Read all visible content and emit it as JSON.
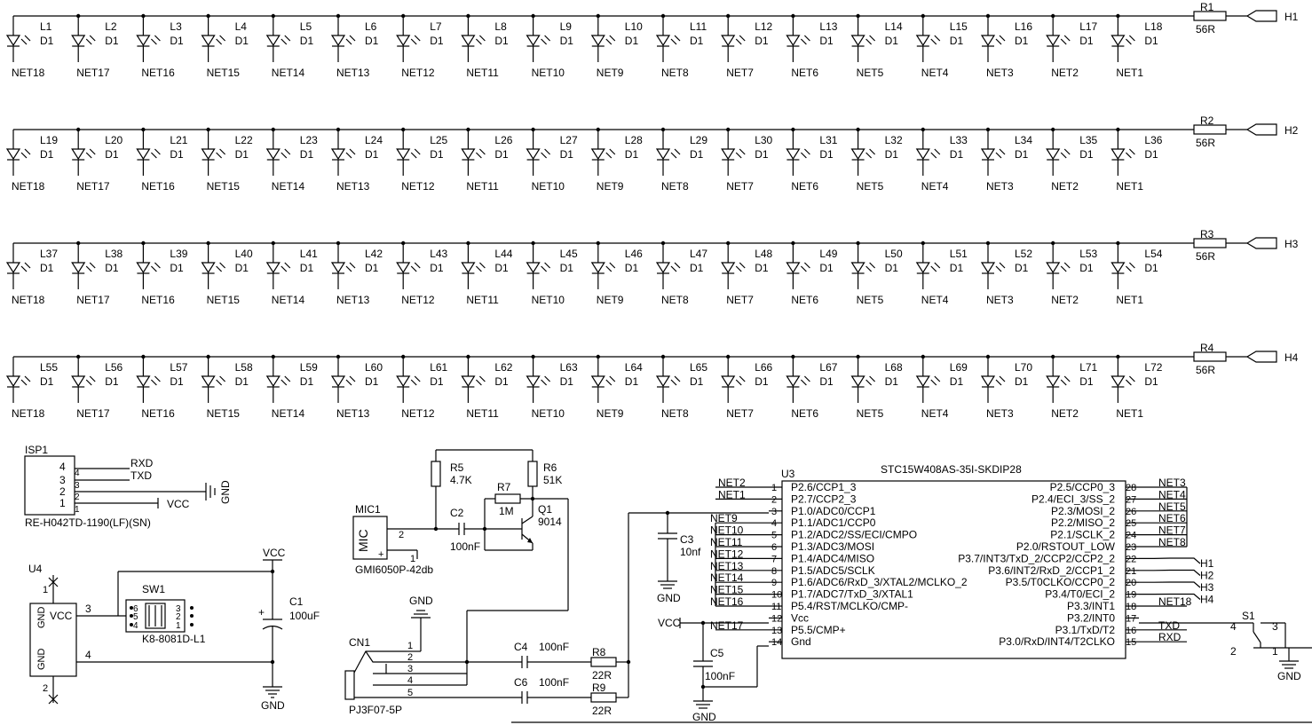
{
  "led_matrix": {
    "rows": [
      {
        "leds": [
          "L1",
          "L2",
          "L3",
          "L4",
          "L5",
          "L6",
          "L7",
          "L8",
          "L9",
          "L10",
          "L11",
          "L12",
          "L13",
          "L14",
          "L15",
          "L16",
          "L17",
          "L18"
        ],
        "resistor": "R1",
        "resistor_value": "56R",
        "port": "H1"
      },
      {
        "leds": [
          "L19",
          "L20",
          "L21",
          "L22",
          "L23",
          "L24",
          "L25",
          "L26",
          "L27",
          "L28",
          "L29",
          "L30",
          "L31",
          "L32",
          "L33",
          "L34",
          "L35",
          "L36"
        ],
        "resistor": "R2",
        "resistor_value": "56R",
        "port": "H2"
      },
      {
        "leds": [
          "L37",
          "L38",
          "L39",
          "L40",
          "L41",
          "L42",
          "L43",
          "L44",
          "L45",
          "L46",
          "L47",
          "L48",
          "L49",
          "L50",
          "L51",
          "L52",
          "L53",
          "L54"
        ],
        "resistor": "R3",
        "resistor_value": "56R",
        "port": "H3"
      },
      {
        "leds": [
          "L55",
          "L56",
          "L57",
          "L58",
          "L59",
          "L60",
          "L61",
          "L62",
          "L63",
          "L64",
          "L65",
          "L66",
          "L67",
          "L68",
          "L69",
          "L70",
          "L71",
          "L72"
        ],
        "resistor": "R4",
        "resistor_value": "56R",
        "port": "H4"
      }
    ],
    "diode_value": "D1",
    "nets": [
      "NET18",
      "NET17",
      "NET16",
      "NET15",
      "NET14",
      "NET13",
      "NET12",
      "NET11",
      "NET10",
      "NET9",
      "NET8",
      "NET7",
      "NET6",
      "NET5",
      "NET4",
      "NET3",
      "NET2",
      "NET1"
    ]
  },
  "isp": {
    "ref": "ISP1",
    "part": "RE-H042TD-1190(LF)(SN)",
    "pins": [
      "4",
      "3",
      "2",
      "1"
    ],
    "pin_nums": [
      "4",
      "3",
      "2",
      "1"
    ],
    "rxd": "RXD",
    "txd": "TXD",
    "vcc": "VCC",
    "gnd": "GND"
  },
  "power": {
    "u4": "U4",
    "u4_pins": {
      "vcc": "VCC",
      "gnd1": "GND",
      "gnd2": "GND",
      "pin_vcc": "3",
      "pin_gnd": "4",
      "pin1": "1",
      "pin2": "2"
    },
    "switch_ref": "SW1",
    "switch_part": "K8-8081D-L1",
    "switch_pins": [
      "6",
      "3",
      "5",
      "2",
      "4",
      "1"
    ],
    "vcc": "VCC",
    "c1": "C1",
    "c1_value": "100uF",
    "c1_plus": "+",
    "gnd": "GND"
  },
  "mic_amp": {
    "mic_ref": "MIC1",
    "mic_label": "MIC",
    "mic_part": "GMI6050P-42db",
    "mic_pin2": "2",
    "mic_pin1": "1",
    "mic_plus": "+",
    "r5": "R5",
    "r5_value": "4.7K",
    "r6": "R6",
    "r6_value": "51K",
    "r7": "R7",
    "r7_value": "1M",
    "q1": "Q1",
    "q1_part": "9014",
    "c2": "C2",
    "c2_value": "100nF"
  },
  "audio_in": {
    "ref": "CN1",
    "part": "PJ3F07-5P",
    "pins": [
      "1",
      "2",
      "3",
      "4",
      "5"
    ],
    "gnd": "GND",
    "c4": "C4",
    "c4_value": "100nF",
    "c6": "C6",
    "c6_value": "100nF",
    "r8": "R8",
    "r8_value": "22R",
    "r9": "R9",
    "r9_value": "22R",
    "c3": "C3",
    "c3_value": "10nf",
    "c3_gnd": "GND"
  },
  "mcu": {
    "ref": "U3",
    "part": "STC15W408AS-35I-SKDIP28",
    "left_pins": [
      {
        "num": "1",
        "name": "P2.6/CCP1_3",
        "net": "NET2"
      },
      {
        "num": "2",
        "name": "P2.7/CCP2_3",
        "net": "NET1"
      },
      {
        "num": "3",
        "name": "P1.0/ADC0/CCP1",
        "net": ""
      },
      {
        "num": "4",
        "name": "P1.1/ADC1/CCP0",
        "net": "NET9"
      },
      {
        "num": "5",
        "name": "P1.2/ADC2/SS/ECI/CMPO",
        "net": "NET10"
      },
      {
        "num": "6",
        "name": "P1.3/ADC3/MOSI",
        "net": "NET11"
      },
      {
        "num": "7",
        "name": "P1.4/ADC4/MISO",
        "net": "NET12"
      },
      {
        "num": "8",
        "name": "P1.5/ADC5/SCLK",
        "net": "NET13"
      },
      {
        "num": "9",
        "name": "P1.6/ADC6/RxD_3/XTAL2/MCLKO_2",
        "net": "NET14"
      },
      {
        "num": "10",
        "name": "P1.7/ADC7/TxD_3/XTAL1",
        "net": "NET15"
      },
      {
        "num": "11",
        "name": "P5.4/RST/MCLKO/CMP-",
        "net": "NET16"
      },
      {
        "num": "12",
        "name": "Vcc",
        "net": ""
      },
      {
        "num": "13",
        "name": "P5.5/CMP+",
        "net": "NET17"
      },
      {
        "num": "14",
        "name": "Gnd",
        "net": ""
      }
    ],
    "right_pins": [
      {
        "num": "28",
        "name": "P2.5/CCP0_3",
        "net": "NET3"
      },
      {
        "num": "27",
        "name": "P2.4/ECI_3/SS_2",
        "net": "NET4"
      },
      {
        "num": "26",
        "name": "P2.3/MOSI_2",
        "net": "NET5"
      },
      {
        "num": "25",
        "name": "P2.2/MISO_2",
        "net": "NET6"
      },
      {
        "num": "24",
        "name": "P2.1/SCLK_2",
        "net": "NET7"
      },
      {
        "num": "23",
        "name": "P2.0/RSTOUT_LOW",
        "net": "NET8"
      },
      {
        "num": "22",
        "name": "P3.7/INT3/TxD_2/CCP2/CCP2_2",
        "net": ""
      },
      {
        "num": "21",
        "name": "P3.6/INT2/RxD_2/CCP1_2",
        "net": ""
      },
      {
        "num": "20",
        "name": "P3.5/T0CLKO/CCP0_2",
        "net": ""
      },
      {
        "num": "19",
        "name": "P3.4/T0/ECI_2",
        "net": ""
      },
      {
        "num": "18",
        "name": "P3.3/INT1",
        "net": "NET18"
      },
      {
        "num": "17",
        "name": "P3.2/INT0",
        "net": ""
      },
      {
        "num": "16",
        "name": "P3.1/TxD/T2",
        "net": "TXD"
      },
      {
        "num": "15",
        "name": "P3.0/RxD/INT4/T2CLKO",
        "net": "RXD"
      }
    ],
    "h_ports": [
      "H1",
      "H2",
      "H3",
      "H4"
    ],
    "vcc": "VCC",
    "c5": "C5",
    "c5_value": "100nF",
    "gnd": "GND"
  },
  "s1": {
    "ref": "S1",
    "pins": [
      "4",
      "3",
      "2",
      "1"
    ],
    "gnd": "GND"
  }
}
